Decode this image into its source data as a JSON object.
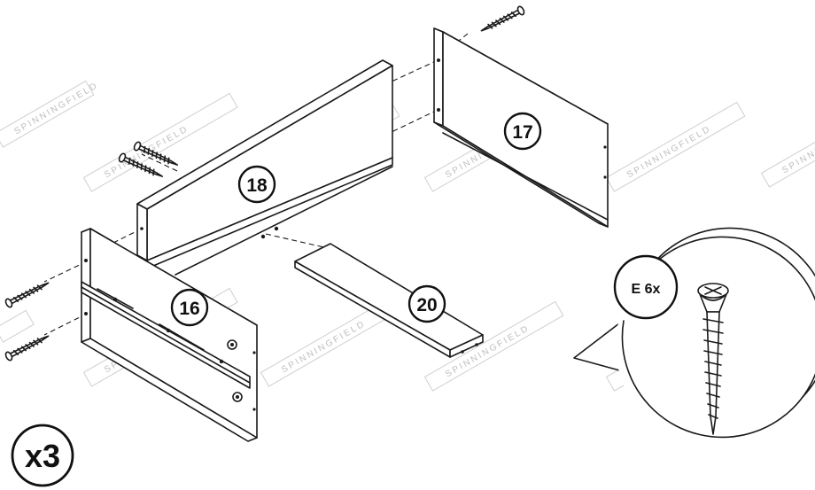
{
  "parts": [
    {
      "id": "16",
      "label": "16"
    },
    {
      "id": "17",
      "label": "17"
    },
    {
      "id": "18",
      "label": "18"
    },
    {
      "id": "20",
      "label": "20"
    }
  ],
  "screw_callout": {
    "label": "E 6x"
  },
  "quantity_badge": {
    "label": "x3"
  },
  "watermark": {
    "text": "SPINNINGFIELD"
  }
}
